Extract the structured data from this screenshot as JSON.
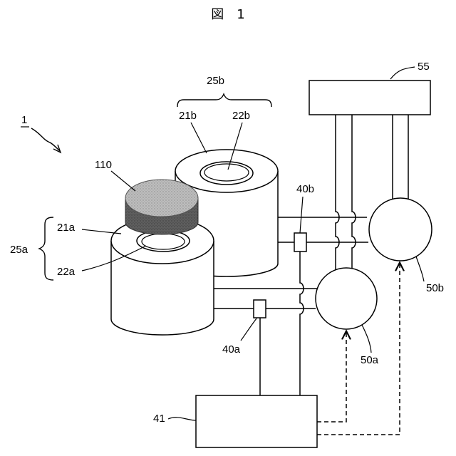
{
  "figure": {
    "title": "図　1"
  },
  "labels": {
    "system": "1",
    "stack_b": "25b",
    "body_b": "21b",
    "coil_b": "22b",
    "object": "110",
    "body_a": "21a",
    "stack_a": "25a",
    "coil_a": "22a",
    "sensor_b": "40b",
    "sensor_a": "40a",
    "unit_55": "55",
    "circle_b": "50b",
    "circle_a": "50a",
    "controller": "41"
  },
  "colors": {
    "line": "#000000",
    "object_top": "#b4b4b4",
    "object_side": "#5a5a5a"
  }
}
